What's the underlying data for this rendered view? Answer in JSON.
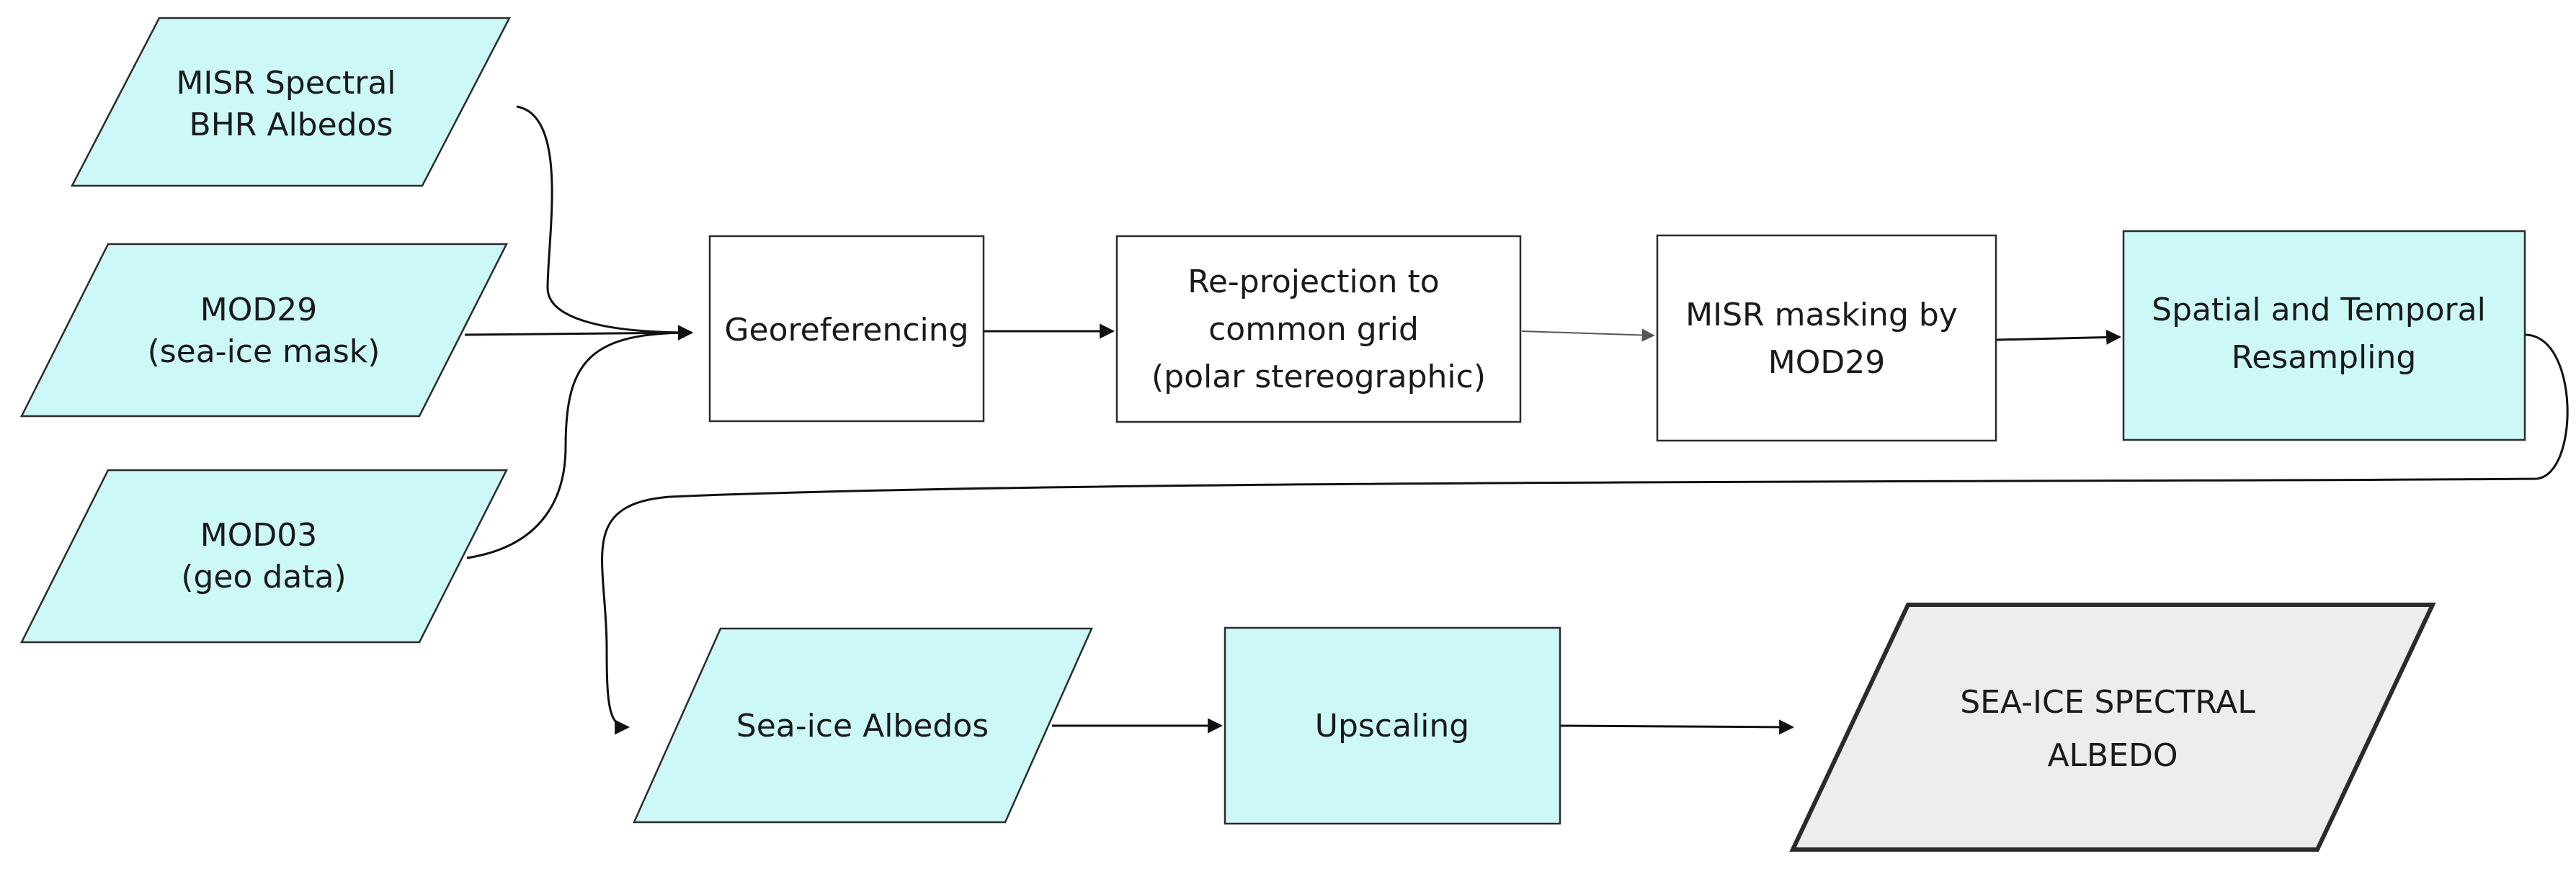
{
  "nodes": {
    "misr_bhr": {
      "lines": [
        "MISR Spectral",
        "BHR Albedos"
      ]
    },
    "mod29": {
      "lines": [
        "MOD29",
        "(sea-ice mask)"
      ]
    },
    "mod03": {
      "lines": [
        "MOD03",
        "(geo data)"
      ]
    },
    "georef": {
      "lines": [
        "Georeferencing"
      ]
    },
    "reproj": {
      "lines": [
        "Re-projection to",
        "common grid",
        "(polar stereographic)"
      ]
    },
    "masking": {
      "lines": [
        "MISR masking by",
        "MOD29"
      ]
    },
    "resample": {
      "lines": [
        "Spatial and Temporal",
        "Resampling"
      ]
    },
    "seaice_albedos": {
      "lines": [
        "Sea-ice Albedos"
      ]
    },
    "upscaling": {
      "lines": [
        "Upscaling"
      ]
    },
    "output": {
      "lines": [
        "SEA-ICE SPECTRAL",
        "ALBEDO"
      ]
    }
  },
  "colors": {
    "input_fill": "#ccf8f8",
    "process_fill": "#ffffff",
    "output_fill": "#ededed",
    "stroke": "#2b2b2b"
  }
}
